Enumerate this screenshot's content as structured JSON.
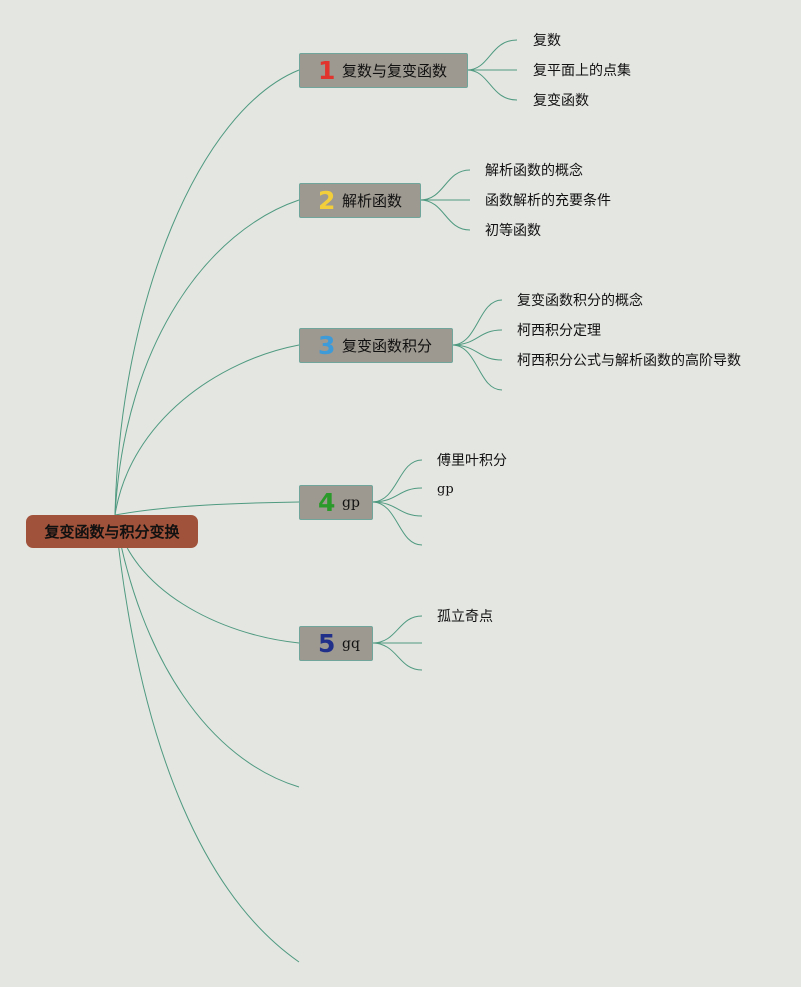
{
  "root": {
    "label": "复变函数与积分变换"
  },
  "topics": [
    {
      "number": "1",
      "number_color": "#e0342c",
      "label": "复数与复变函数",
      "children": [
        "复数",
        "复平面上的点集",
        "复变函数"
      ]
    },
    {
      "number": "2",
      "number_color": "#f2cf3a",
      "label": "解析函数",
      "children": [
        "解析函数的概念",
        "函数解析的充要条件",
        "初等函数"
      ]
    },
    {
      "number": "3",
      "number_color": "#3e9bd8",
      "label": "复变函数积分",
      "children": [
        "复变函数积分的概念",
        "柯西积分定理",
        "柯西积分公式与解析函数的高阶导数"
      ]
    },
    {
      "number": "4",
      "number_color": "#2a9a2a",
      "label": "gp",
      "children": [
        "傅里叶积分",
        "gp"
      ]
    },
    {
      "number": "5",
      "number_color": "#1f2f8a",
      "label": "gq",
      "children": [
        "孤立奇点"
      ]
    }
  ]
}
